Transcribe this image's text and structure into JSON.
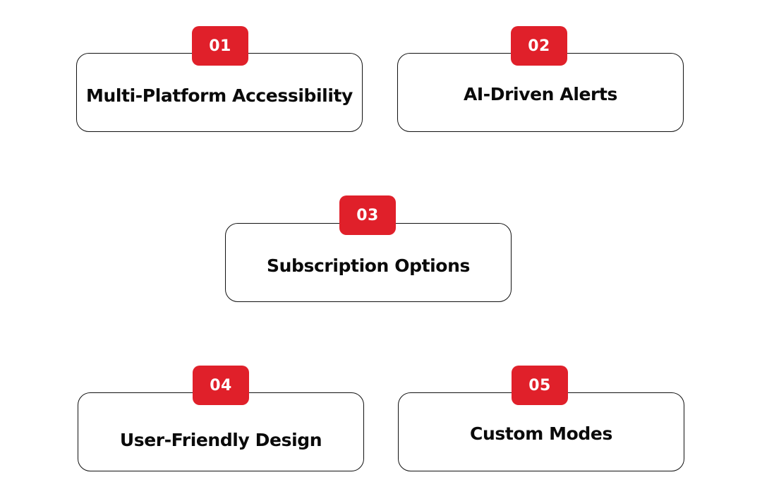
{
  "features": [
    {
      "number": "01",
      "title": "Multi-Platform Accessibility"
    },
    {
      "number": "02",
      "title": "AI-Driven Alerts"
    },
    {
      "number": "03",
      "title": "Subscription Options"
    },
    {
      "number": "04",
      "title": "User-Friendly Design"
    },
    {
      "number": "05",
      "title": "Custom Modes"
    }
  ],
  "colors": {
    "badge_background": "#e0202a",
    "badge_text": "#ffffff",
    "card_border": "#111111",
    "title_text": "#0a0a0a",
    "page_background": "#ffffff"
  }
}
